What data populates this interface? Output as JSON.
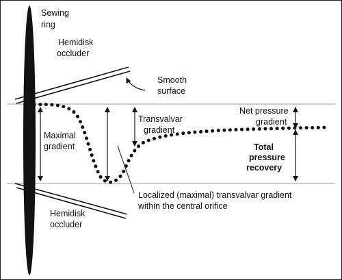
{
  "labels": {
    "sewing_ring": [
      "Sewing",
      "ring"
    ],
    "hemidisk_top": [
      "Hemidisk",
      "occluder"
    ],
    "smooth_surface": [
      "Smooth",
      "surface"
    ],
    "transvalvar": [
      "Transvalvar",
      "gradient"
    ],
    "net_pressure": [
      "Net pressure",
      "gradient"
    ],
    "maximal": [
      "Maximal",
      "gradient"
    ],
    "total_recovery": [
      "Total",
      "pressure",
      "recovery"
    ],
    "localized": [
      "Localized (maximal) transvalvar gradient",
      "within the central orifice"
    ],
    "hemidisk_bottom": [
      "Hemidisk",
      "occluder"
    ]
  }
}
